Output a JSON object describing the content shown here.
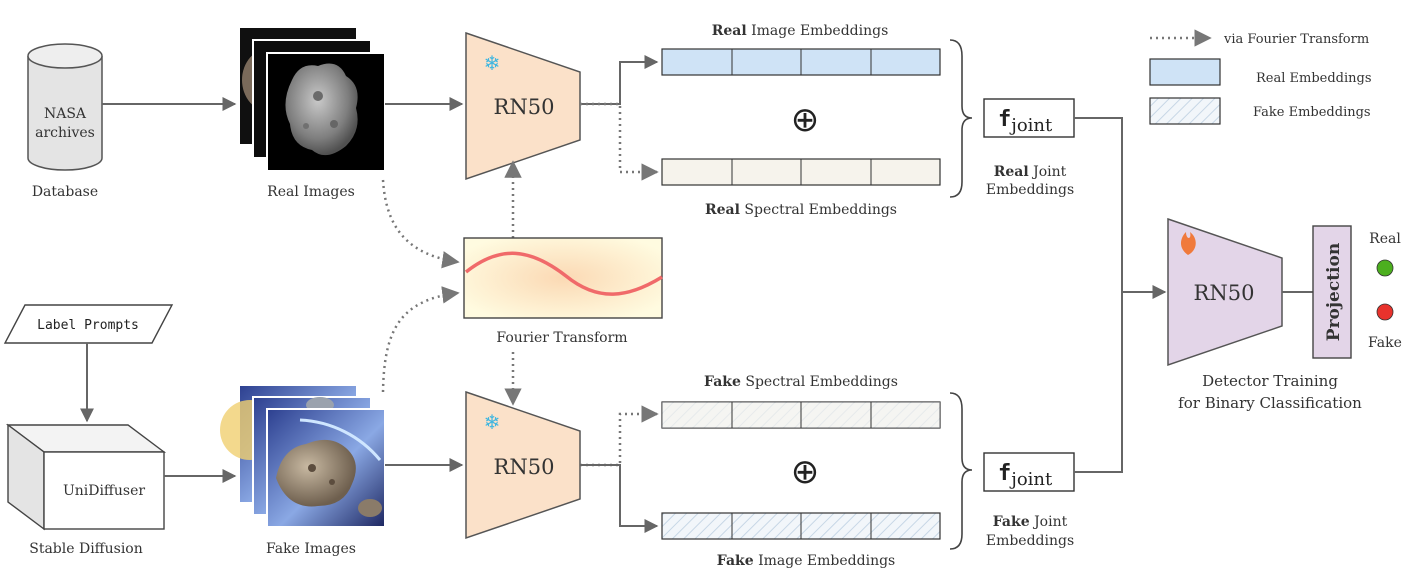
{
  "database": {
    "cylinder_text_1": "NASA",
    "cylinder_text_2": "archives",
    "label": "Database"
  },
  "real_images": {
    "label": "Real Images"
  },
  "fake_images": {
    "label": "Fake Images"
  },
  "prompts": {
    "label": "Label Prompts"
  },
  "generator": {
    "box_text": "UniDiffuser",
    "label": "Stable Diffusion"
  },
  "fourier": {
    "label": "Fourier Transform"
  },
  "encoders": {
    "real": "RN50",
    "fake": "RN50"
  },
  "real_branch": {
    "image_emb_bold": "Real",
    "image_emb_rest": "Image Embeddings",
    "spectral_emb_bold": "Real",
    "spectral_emb_rest": "Spectral Embeddings",
    "joint_bold": "Real",
    "joint_rest": "Joint",
    "joint_line2": "Embeddings",
    "fjoint_main": "f",
    "fjoint_sub": "joint"
  },
  "fake_branch": {
    "spectral_emb_bold": "Fake",
    "spectral_emb_rest": "Spectral Embeddings",
    "image_emb_bold": "Fake",
    "image_emb_rest": "Image Embeddings",
    "joint_bold": "Fake",
    "joint_rest": "Joint",
    "joint_line2": "Embeddings",
    "fjoint_main": "f",
    "fjoint_sub": "joint"
  },
  "concat_symbol": "⊕",
  "legend": {
    "fourier": "via Fourier Transform",
    "real": "Real Embeddings",
    "fake": "Fake Embeddings"
  },
  "detector": {
    "encoder": "RN50",
    "projection": "Projection",
    "caption_line1": "Detector Training",
    "caption_line2": "for Binary Classification",
    "out_real": "Real",
    "out_fake": "Fake"
  },
  "colors": {
    "encoder_fill": "#fbe1c9",
    "detector_fill": "#e3d5e8",
    "real_emb": "#cfe3f6",
    "fake_emb": "#edf2f7",
    "spectral_real": "#f6f3ec",
    "real_dot": "#4caf1f",
    "fake_dot": "#e8322c",
    "wave": "#f06a6a"
  },
  "icons": {
    "frozen": "snowflake-icon",
    "trainable": "flame-icon"
  }
}
